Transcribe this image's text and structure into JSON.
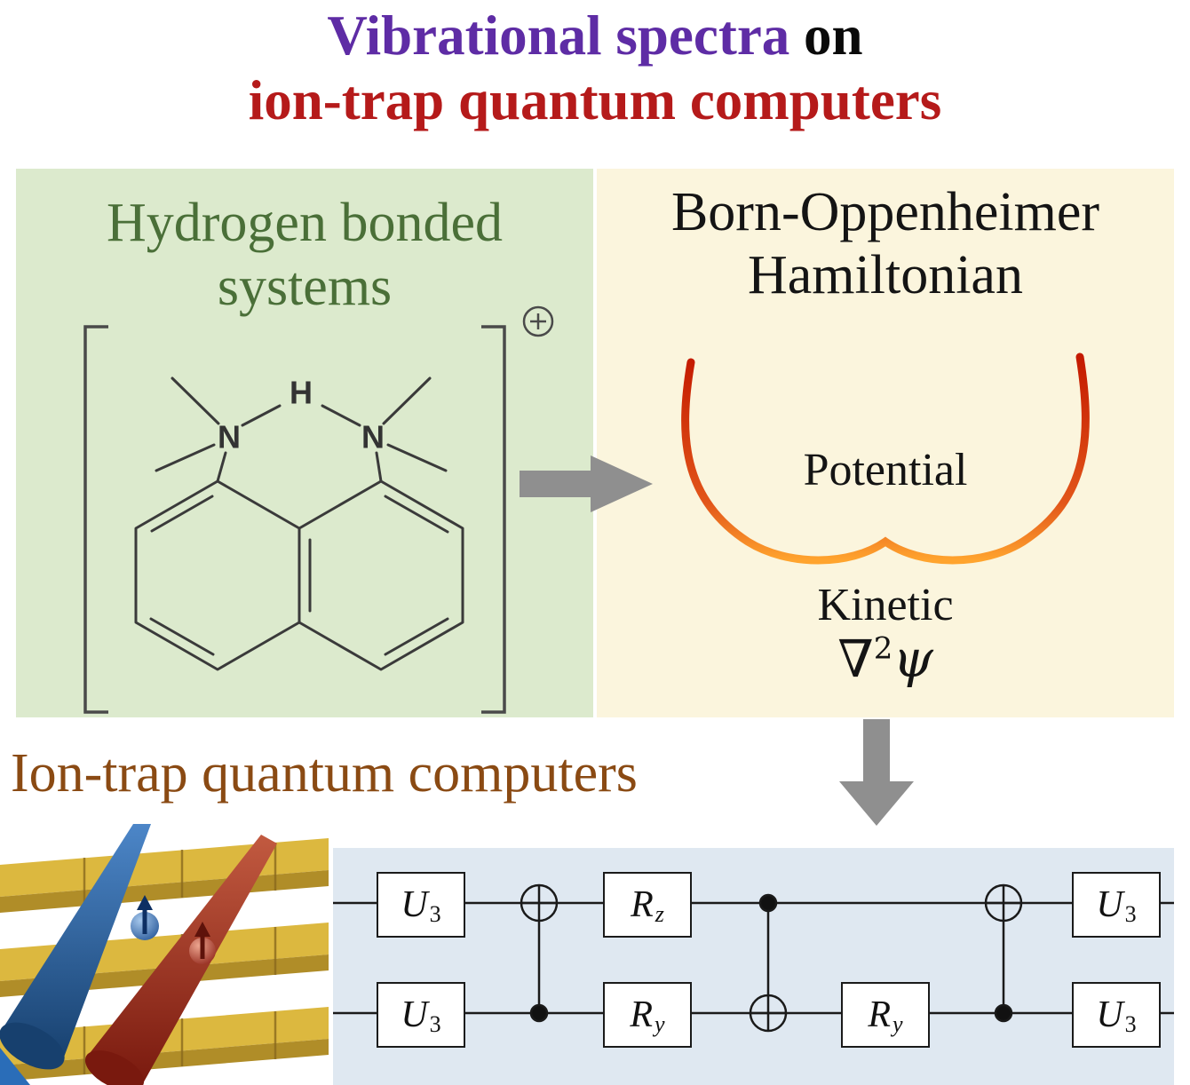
{
  "title": {
    "accent_text": "Vibrational spectra",
    "plain_text": " on",
    "line2": "ion-trap quantum computers"
  },
  "left_panel": {
    "heading": "Hydrogen bonded systems",
    "atoms": {
      "n_left": "N",
      "h_bridge": "H",
      "n_right": "N"
    },
    "charge_icon": "circled-plus"
  },
  "right_panel": {
    "heading": "Born-Oppenheimer Hamiltonian",
    "potential_label": "Potential",
    "kinetic_label": "Kinetic",
    "formula": {
      "nabla": "∇",
      "exponent": "2",
      "wavefunction": "ψ"
    }
  },
  "bottom_section": {
    "heading": "Ion-trap quantum computers"
  },
  "circuit": {
    "top_gates": [
      {
        "base": "U",
        "sub": "3"
      },
      {
        "base": "R",
        "sub": "z"
      },
      {
        "base": "U",
        "sub": "3"
      }
    ],
    "bottom_gates": [
      {
        "base": "U",
        "sub": "3"
      },
      {
        "base": "R",
        "sub": "y"
      },
      {
        "base": "R",
        "sub": "y"
      },
      {
        "base": "U",
        "sub": "3"
      }
    ]
  },
  "icons": {
    "flow_right": "right-arrow",
    "flow_down": "down-arrow"
  },
  "colors": {
    "title_accent": "#5e2ca5",
    "title_red": "#b51a1a",
    "green_panel_bg": "#dceacd",
    "green_heading": "#4a6f38",
    "cream_panel_bg": "#fbf5dd",
    "brown_heading": "#8a4a13",
    "circuit_panel_bg": "#dfe8f1",
    "arrow_gray": "#8f8f8f",
    "potential_red": "#c41a00",
    "potential_orange": "#ffa42e",
    "electrode_gold": "#dcb83f",
    "laser_blue": "#2a6db8",
    "laser_red": "#a33220"
  }
}
